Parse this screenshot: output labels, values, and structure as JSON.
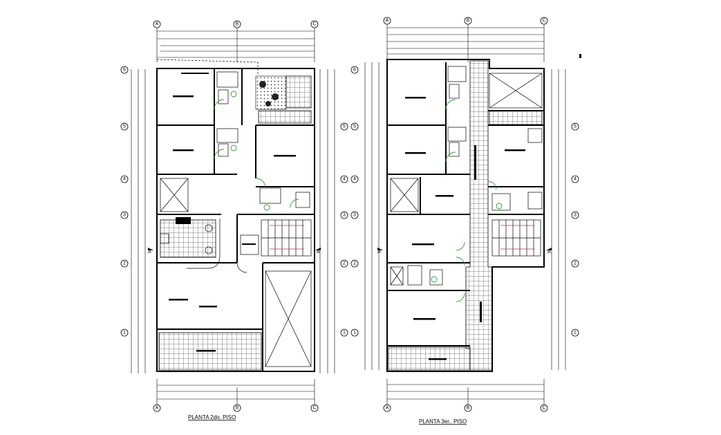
{
  "plans": [
    {
      "title": "PLANTA 2do. PISO",
      "column_axes": [
        "A",
        "B",
        "C"
      ],
      "row_axes": [
        "6",
        "5",
        "4",
        "3",
        "2",
        "1"
      ],
      "section_mark": "A"
    },
    {
      "title": "PLANTA 3er.. PISO",
      "column_axes": [
        "A",
        "B",
        "C"
      ],
      "row_axes": [
        "6",
        "5",
        "4",
        "3",
        "2",
        "1"
      ],
      "section_mark": "A"
    }
  ],
  "colors": {
    "line": "#000000",
    "fixtures": "#2aa12a",
    "background": "#ffffff"
  }
}
